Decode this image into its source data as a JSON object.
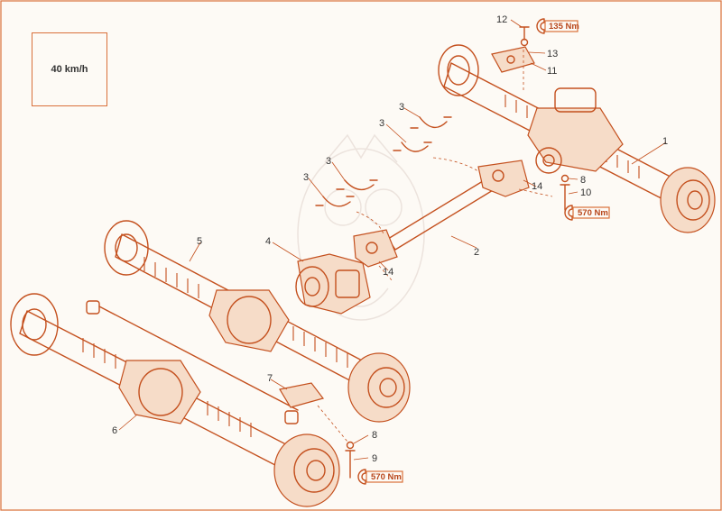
{
  "speed_label": "40 km/h",
  "torque": {
    "top_bolt": "135 Nm",
    "front_axle_bolt": "570 Nm",
    "rear_mount_bolt": "570 Nm"
  },
  "callouts": [
    "1",
    "2",
    "3",
    "3",
    "3",
    "3",
    "4",
    "5",
    "6",
    "7",
    "8",
    "8",
    "9",
    "10",
    "11",
    "12",
    "13",
    "14",
    "14"
  ],
  "colors": {
    "line": "#c4501e",
    "frame": "#d9703a",
    "fill": "#f6dcc8"
  }
}
